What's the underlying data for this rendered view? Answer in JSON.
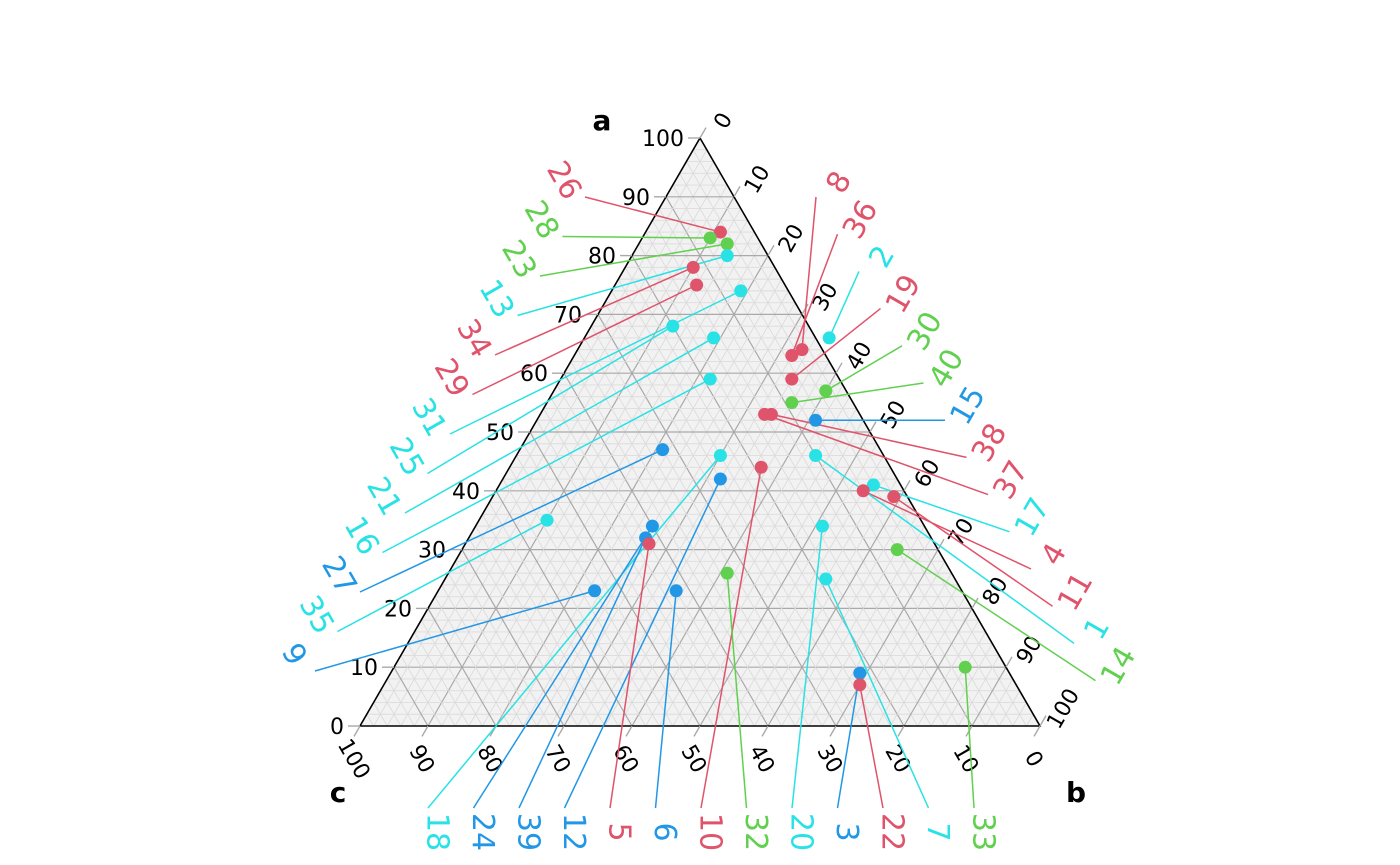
{
  "chart_data": {
    "type": "scatter",
    "subtype": "ternary",
    "axes": {
      "a": {
        "label": "a",
        "range": [
          0,
          100
        ],
        "ticks": [
          0,
          10,
          20,
          30,
          40,
          50,
          60,
          70,
          80,
          90,
          100
        ],
        "tick_labels": [
          "0",
          "10",
          "20",
          "30",
          "40",
          "50",
          "60",
          "70",
          "80",
          "90",
          "100"
        ]
      },
      "b": {
        "label": "b",
        "range": [
          0,
          100
        ],
        "ticks": [
          0,
          10,
          20,
          30,
          40,
          50,
          60,
          70,
          80,
          90,
          100
        ],
        "tick_labels": [
          "0",
          "10",
          "20",
          "30",
          "40",
          "50",
          "60",
          "70",
          "80",
          "90",
          "100"
        ]
      },
      "c": {
        "label": "c",
        "range": [
          0,
          100
        ],
        "ticks": [
          0,
          10,
          20,
          30,
          40,
          50,
          60,
          70,
          80,
          90,
          100
        ],
        "tick_labels": [
          "0",
          "10",
          "20",
          "30",
          "40",
          "50",
          "60",
          "70",
          "80",
          "90",
          "100"
        ]
      }
    },
    "grid": {
      "major": true,
      "minor": true,
      "minor_step": 2
    },
    "colors": {
      "red": "#DF536B",
      "green": "#61D04F",
      "blue": "#2297E6",
      "cyan": "#28E2E5",
      "grid_major": "#a9a9a9",
      "grid_minor": "#dcdcdc",
      "grid_fill": "#f2f2f2"
    },
    "points": [
      {
        "label": "26",
        "a": 84,
        "b": 11,
        "c": 5,
        "color": "red"
      },
      {
        "label": "28",
        "a": 83,
        "b": 10,
        "c": 7,
        "color": "green"
      },
      {
        "label": "23",
        "a": 82,
        "b": 13,
        "c": 5,
        "color": "green"
      },
      {
        "label": "13",
        "a": 80,
        "b": 14,
        "c": 6,
        "color": "cyan"
      },
      {
        "label": "34",
        "a": 78,
        "b": 10,
        "c": 12,
        "color": "red"
      },
      {
        "label": "29",
        "a": 75,
        "b": 12,
        "c": 13,
        "color": "red"
      },
      {
        "label": "31",
        "a": 74,
        "b": 19,
        "c": 7,
        "color": "cyan"
      },
      {
        "label": "25",
        "a": 68,
        "b": 12,
        "c": 20,
        "color": "cyan"
      },
      {
        "label": "21",
        "a": 66,
        "b": 19,
        "c": 15,
        "color": "cyan"
      },
      {
        "label": "16",
        "a": 59,
        "b": 22,
        "c": 19,
        "color": "cyan"
      },
      {
        "label": "27",
        "a": 47,
        "b": 21,
        "c": 32,
        "color": "blue"
      },
      {
        "label": "35",
        "a": 35,
        "b": 10,
        "c": 55,
        "color": "cyan"
      },
      {
        "label": "9",
        "a": 23,
        "b": 23,
        "c": 54,
        "color": "blue"
      },
      {
        "label": "8",
        "a": 64,
        "b": 33,
        "c": 3,
        "color": "red"
      },
      {
        "label": "36",
        "a": 63,
        "b": 32,
        "c": 5,
        "color": "red"
      },
      {
        "label": "2",
        "a": 66,
        "b": 36,
        "c": -2,
        "color": "cyan"
      },
      {
        "label": "19",
        "a": 59,
        "b": 34,
        "c": 7,
        "color": "red"
      },
      {
        "label": "30",
        "a": 57,
        "b": 40,
        "c": 3,
        "color": "green"
      },
      {
        "label": "40",
        "a": 55,
        "b": 36,
        "c": 9,
        "color": "green"
      },
      {
        "label": "15",
        "a": 52,
        "b": 41,
        "c": 7,
        "color": "blue"
      },
      {
        "label": "38",
        "a": 53,
        "b": 34,
        "c": 13,
        "color": "red"
      },
      {
        "label": "37",
        "a": 53,
        "b": 33,
        "c": 14,
        "color": "red"
      },
      {
        "label": "17",
        "a": 41,
        "b": 55,
        "c": 4,
        "color": "cyan"
      },
      {
        "label": "4",
        "a": 40,
        "b": 54,
        "c": 6,
        "color": "red"
      },
      {
        "label": "11",
        "a": 39,
        "b": 59,
        "c": 2,
        "color": "red"
      },
      {
        "label": "1",
        "a": 46,
        "b": 44,
        "c": 10,
        "color": "cyan"
      },
      {
        "label": "14",
        "a": 30,
        "b": 64,
        "c": 6,
        "color": "green"
      },
      {
        "label": "18",
        "a": 46,
        "b": 30,
        "c": 24,
        "color": "cyan"
      },
      {
        "label": "24",
        "a": 34,
        "b": 26,
        "c": 40,
        "color": "blue"
      },
      {
        "label": "39",
        "a": 32,
        "b": 26,
        "c": 42,
        "color": "blue"
      },
      {
        "label": "12",
        "a": 42,
        "b": 32,
        "c": 26,
        "color": "blue"
      },
      {
        "label": "5",
        "a": 31,
        "b": 27,
        "c": 42,
        "color": "red"
      },
      {
        "label": "6",
        "a": 23,
        "b": 35,
        "c": 42,
        "color": "blue"
      },
      {
        "label": "10",
        "a": 44,
        "b": 37,
        "c": 19,
        "color": "red"
      },
      {
        "label": "32",
        "a": 26,
        "b": 41,
        "c": 33,
        "color": "green"
      },
      {
        "label": "20",
        "a": 34,
        "b": 51,
        "c": 15,
        "color": "cyan"
      },
      {
        "label": "3",
        "a": 9,
        "b": 69,
        "c": 22,
        "color": "blue"
      },
      {
        "label": "22",
        "a": 7,
        "b": 70,
        "c": 23,
        "color": "red"
      },
      {
        "label": "7",
        "a": 25,
        "b": 56,
        "c": 19,
        "color": "cyan"
      },
      {
        "label": "33",
        "a": 10,
        "b": 84,
        "c": 6,
        "color": "green"
      }
    ]
  }
}
